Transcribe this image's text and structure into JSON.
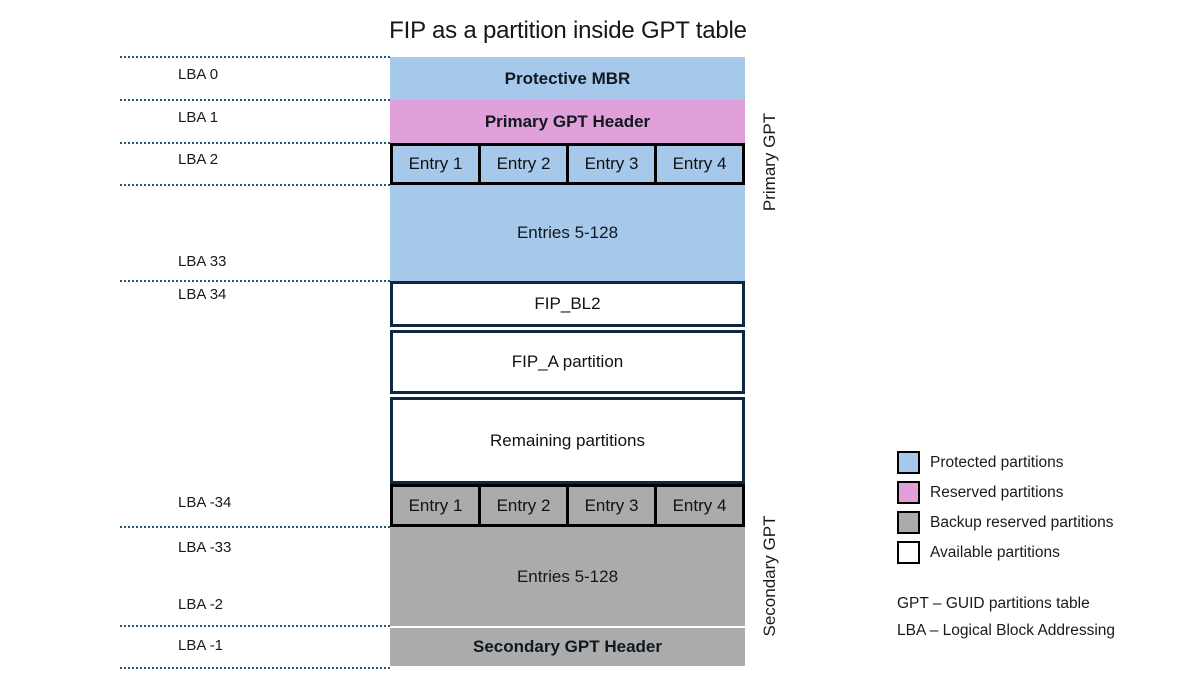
{
  "title": "FIP as a partition inside GPT table",
  "colors": {
    "protected_blue": "#A5C8EB",
    "reserved_pink": "#E2A0DB",
    "backup_gray": "#ABABAB",
    "available_white": "#FFFFFF",
    "box_border_dark": "#0E2841",
    "entry_border_black": "#000000",
    "dotted_line_teal": "#1E5B70"
  },
  "lba_labels": [
    "LBA 0",
    "LBA 1",
    "LBA 2",
    "LBA 33",
    "LBA 34",
    "LBA -34",
    "LBA -33",
    "LBA -2",
    "LBA -1"
  ],
  "blocks": {
    "protective_mbr": "Protective MBR",
    "primary_gpt_header": "Primary GPT Header",
    "entry_cells": [
      "Entry 1",
      "Entry 2",
      "Entry 3",
      "Entry 4"
    ],
    "entries_5_128_primary": "Entries 5-128",
    "fip_bl2": "FIP_BL2",
    "fip_a": "FIP_A partition",
    "remaining": "Remaining partitions",
    "entries_5_128_secondary": "Entries 5-128",
    "secondary_gpt_header": "Secondary GPT Header"
  },
  "side_labels": {
    "primary": "Primary GPT",
    "secondary": "Secondary GPT"
  },
  "legend": {
    "items": [
      {
        "label": "Protected partitions",
        "color": "#A5C8EB"
      },
      {
        "label": "Reserved partitions",
        "color": "#E2A0DB"
      },
      {
        "label": "Backup reserved partitions",
        "color": "#ABABAB"
      },
      {
        "label": "Available partitions",
        "color": "#FFFFFF"
      }
    ],
    "abbreviations": [
      "GPT – GUID partitions table",
      "LBA – Logical Block Addressing"
    ]
  }
}
